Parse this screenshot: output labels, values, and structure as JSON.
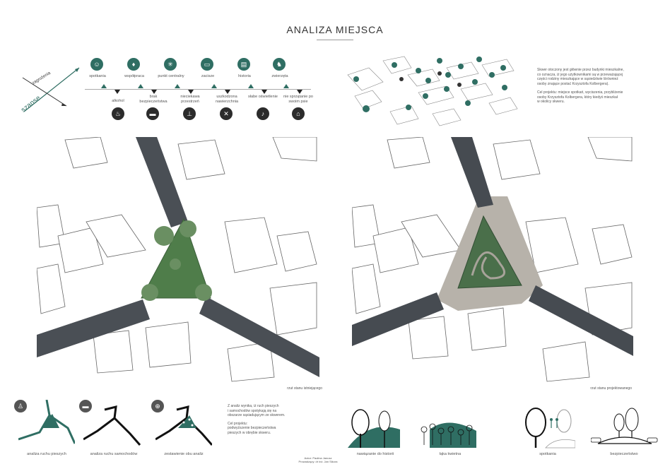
{
  "title": "ANALIZA MIEJSCA",
  "axes": {
    "up": "zagrożenia",
    "down": "szanse"
  },
  "chances": [
    {
      "label": "spotkania",
      "icon": "people-icon"
    },
    {
      "label": "współpraca",
      "icon": "handshake-icon"
    },
    {
      "label": "punkt centralny",
      "icon": "network-icon"
    },
    {
      "label": "zacisze",
      "icon": "bench-icon"
    },
    {
      "label": "historia",
      "icon": "book-icon"
    },
    {
      "label": "zwierzęta",
      "icon": "dog-icon"
    }
  ],
  "threats": [
    {
      "label": "alkohol",
      "icon": "glass-icon"
    },
    {
      "label": "brak bezpieczeństwa",
      "icon": "car-icon"
    },
    {
      "label": "nieciekawa przestrzeń",
      "icon": "empty-space-icon"
    },
    {
      "label": "uszkodzona nawierzchnia",
      "icon": "tools-icon"
    },
    {
      "label": "słabe oświetlenie",
      "icon": "lamp-icon"
    },
    {
      "label": "nie sprzątanie po swoim psie",
      "icon": "dog-waste-icon"
    }
  ],
  "description": {
    "line1": "Skwer otoczony jest głównie przez budynki mieszkalne,",
    "line2": "co oznacza, iż jego użytkownikami są w przeważającej",
    "line3": "części rodziny mieszkające w sąsiedztwie lśrównież",
    "line4": "osoby znające postać Krzysztofa Kolbergera).",
    "goal1": "Cel projektu: miejsce spotkań, wyciszenia, przybliżenie",
    "goal2": "osoby Krzysztofa Kolbergera, który kiedyś mieszkał",
    "goal3": "w okolicy skweru."
  },
  "plan_labels": {
    "existing": "rzut stanu istniejącego",
    "designed": "rzut stanu projektowanego"
  },
  "analysis": [
    {
      "label": "analiza ruchu pieszych",
      "icon": "pedestrian-icon"
    },
    {
      "label": "analiza ruchu samochodów",
      "icon": "car-icon"
    },
    {
      "label": "zestawienie obu analiz",
      "icon": "combined-icon"
    }
  ],
  "analysis_text": {
    "p1": "Z analiz wynika, iż ruch pieszych",
    "p2": "i samochodów spotykają się na",
    "p3": "obszarze sąsiadującym ze skwerem.",
    "g1": "Cel projektu:",
    "g2": "podwyższenie bezpieczeństwa",
    "g3": "pieszych w obrębie skweru."
  },
  "concepts": [
    {
      "label": "nawiązanie do historii"
    },
    {
      "label": "łąka kwietna"
    },
    {
      "label": "spotkania"
    },
    {
      "label": "bezpieczeństwo"
    }
  ],
  "credits": {
    "author": "Autor: Paulina Janusz",
    "supervisor": "Prowadzący: dr inż. Jan Sikora"
  },
  "colors": {
    "accent": "#2f6e63",
    "dark": "#2b2b2b",
    "road": "#555a60",
    "green": "#4d7a4f"
  }
}
